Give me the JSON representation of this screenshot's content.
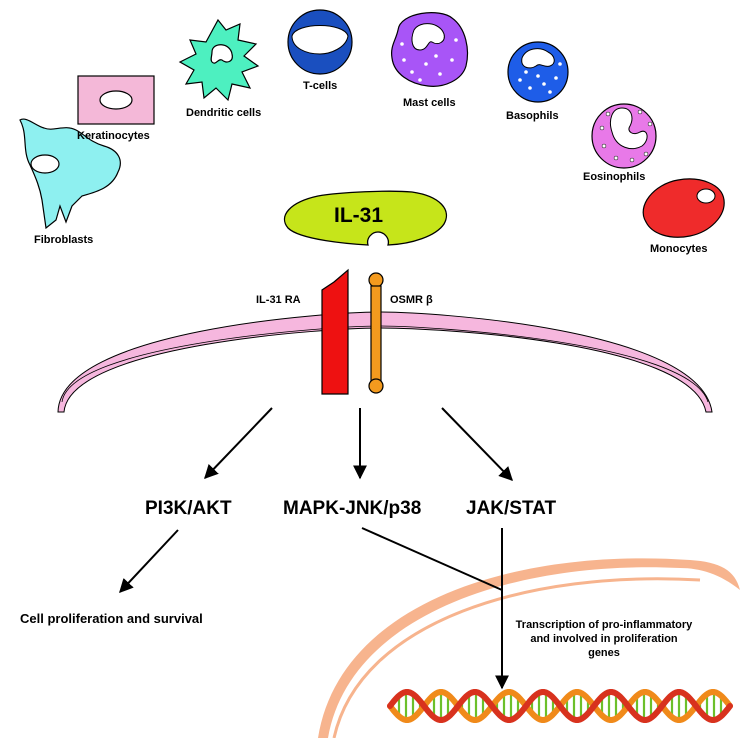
{
  "cells": {
    "fibroblasts": "Fibroblasts",
    "keratinocytes": "Keratinocytes",
    "dendritic": "Dendritic cells",
    "tcells": "T-cells",
    "mast": "Mast cells",
    "basophils": "Basophils",
    "eosinophils": "Eosinophils",
    "monocytes": "Monocytes"
  },
  "ligand": "IL-31",
  "receptors": {
    "ra": "IL-31 RA",
    "osmr": "OSMR β"
  },
  "pathways": {
    "pi3k": "PI3K/AKT",
    "mapk": "MAPK-JNK/p38",
    "jak": "JAK/STAT"
  },
  "outcomes": {
    "survival": "Cell proliferation and survival",
    "transcription": [
      "Transcription of pro-inflammatory",
      "and involved in proliferation",
      "genes"
    ]
  },
  "colors": {
    "fibroblast": "#8ef0f0",
    "keratinocyte": "#f4b8d8",
    "dendritic": "#4df0c0",
    "tcell": "#1a4fbf",
    "mast": "#a855f7",
    "basophil": "#1e5de8",
    "eosinophil": "#e879e8",
    "monocyte": "#ef2b2b",
    "ligand": "#c6e51a",
    "receptor_ra": "#ee1111",
    "receptor_osmr": "#f39a1e",
    "membrane": "#f6b7de",
    "nucleus": "#f7b48e",
    "dna_orange": "#f08a1a",
    "dna_red": "#d8321e",
    "dna_green": "#6cc02a"
  }
}
